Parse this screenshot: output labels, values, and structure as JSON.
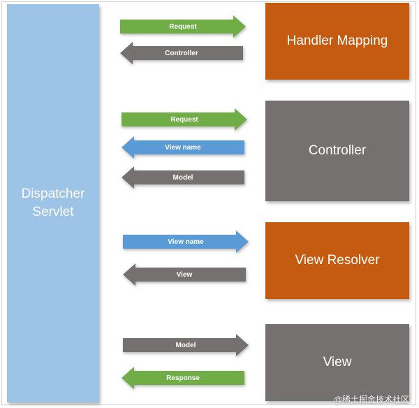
{
  "dispatcher": {
    "label_line1": "Dispatcher",
    "label_line2": "Servlet"
  },
  "components": {
    "handler_mapping": "Handler Mapping",
    "controller": "Controller",
    "view_resolver": "View Resolver",
    "view": "View"
  },
  "arrows": [
    {
      "label": "Request",
      "direction": "right",
      "color": "#70ad47"
    },
    {
      "label": "Controller",
      "direction": "left",
      "color": "#767171"
    },
    {
      "label": "Request",
      "direction": "right",
      "color": "#70ad47"
    },
    {
      "label": "View name",
      "direction": "left",
      "color": "#5b9bd5"
    },
    {
      "label": "Model",
      "direction": "left",
      "color": "#767171"
    },
    {
      "label": "View name",
      "direction": "right",
      "color": "#5b9bd5"
    },
    {
      "label": "View",
      "direction": "left",
      "color": "#767171"
    },
    {
      "label": "Model",
      "direction": "right",
      "color": "#767171"
    },
    {
      "label": "Response",
      "direction": "left",
      "color": "#70ad47"
    }
  ],
  "colors": {
    "dispatcher": "#9dc3e6",
    "orange": "#c55a11",
    "gray": "#767171",
    "green": "#70ad47",
    "blue": "#5b9bd5"
  },
  "watermark": "@稀土掘金技术社区"
}
